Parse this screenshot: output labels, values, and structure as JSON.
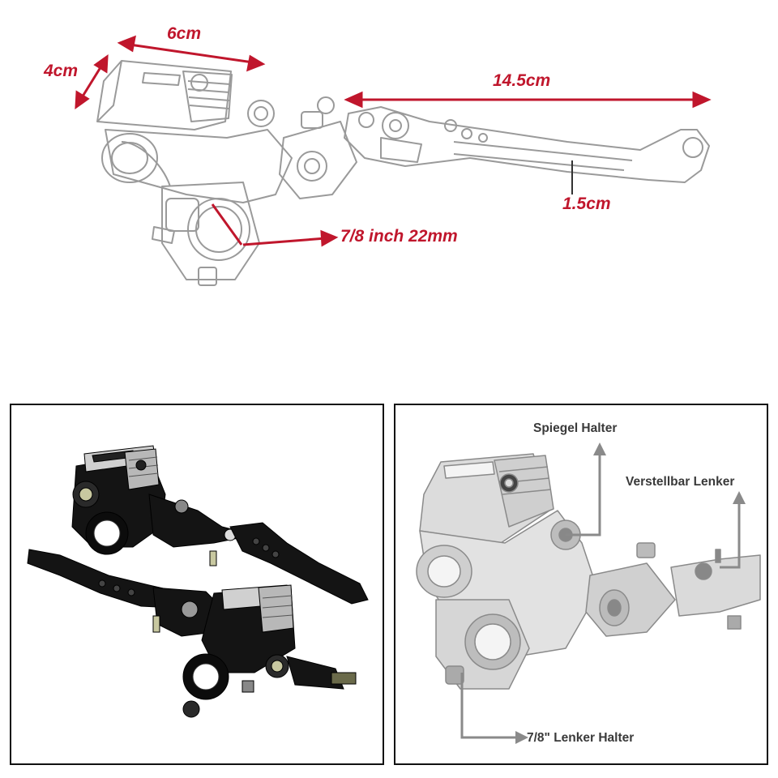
{
  "dimensions": {
    "width_label": "6cm",
    "height_label": "4cm",
    "lever_length_label": "14.5cm",
    "lever_width_label": "1.5cm",
    "bar_diameter_label": "7/8 inch 22mm"
  },
  "callouts": {
    "mirror_mount": "Spiegel Halter",
    "adjustable_lever": "Verstellbar Lenker",
    "bar_clamp": "7/8\" Lenker Halter"
  },
  "colors": {
    "dimension_red": "#c0162c",
    "callout_gray": "#3a3a3a",
    "arrow_gray": "#8a8a8a",
    "product_black": "#111111"
  }
}
